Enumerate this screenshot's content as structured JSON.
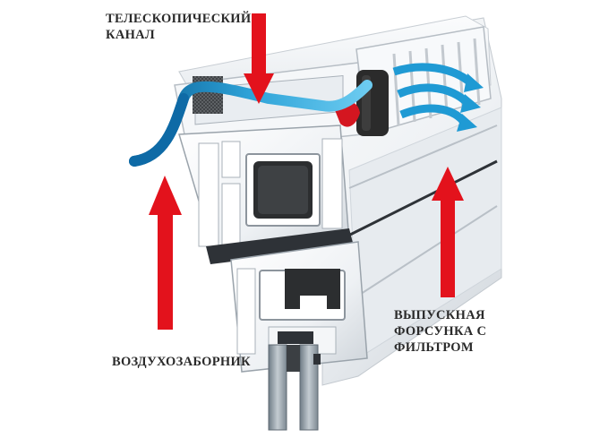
{
  "labels": {
    "telescopic": [
      "ТЕЛЕСКОПИЧЕСКИЙ",
      "КАНАЛ"
    ],
    "intake": "ВОЗДУХОЗАБОРНИК",
    "outlet": [
      "ВЫПУСКНАЯ",
      "ФОРСУНКА С",
      "ФИЛЬТРОМ"
    ]
  },
  "colors": {
    "arrow_red": "#e3121c",
    "airflow_blue": "#1d8cc4",
    "frame_white": "#f2f4f6",
    "frame_shadow": "#c9cfd6",
    "glass": "#8f9aa3",
    "filter": "#2b2b2b",
    "text": "#2a2a2a"
  }
}
